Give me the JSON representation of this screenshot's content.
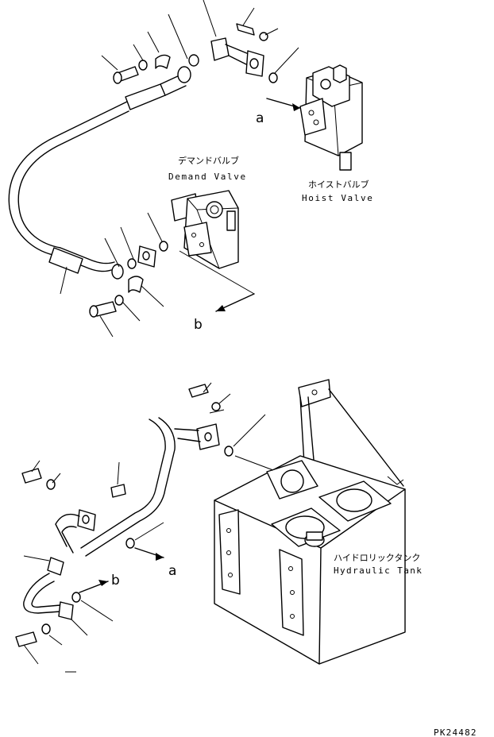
{
  "labels": {
    "demand_valve_jp": "デマンドバルブ",
    "demand_valve_en": "Demand Valve",
    "hoist_valve_jp": "ホイストバルブ",
    "hoist_valve_en": "Hoist Valve",
    "hydraulic_tank_jp": "ハイドロリックタンク",
    "hydraulic_tank_en": "Hydraulic Tank",
    "ref_a": "a",
    "ref_b": "b",
    "drawing_code": "PK24482"
  }
}
